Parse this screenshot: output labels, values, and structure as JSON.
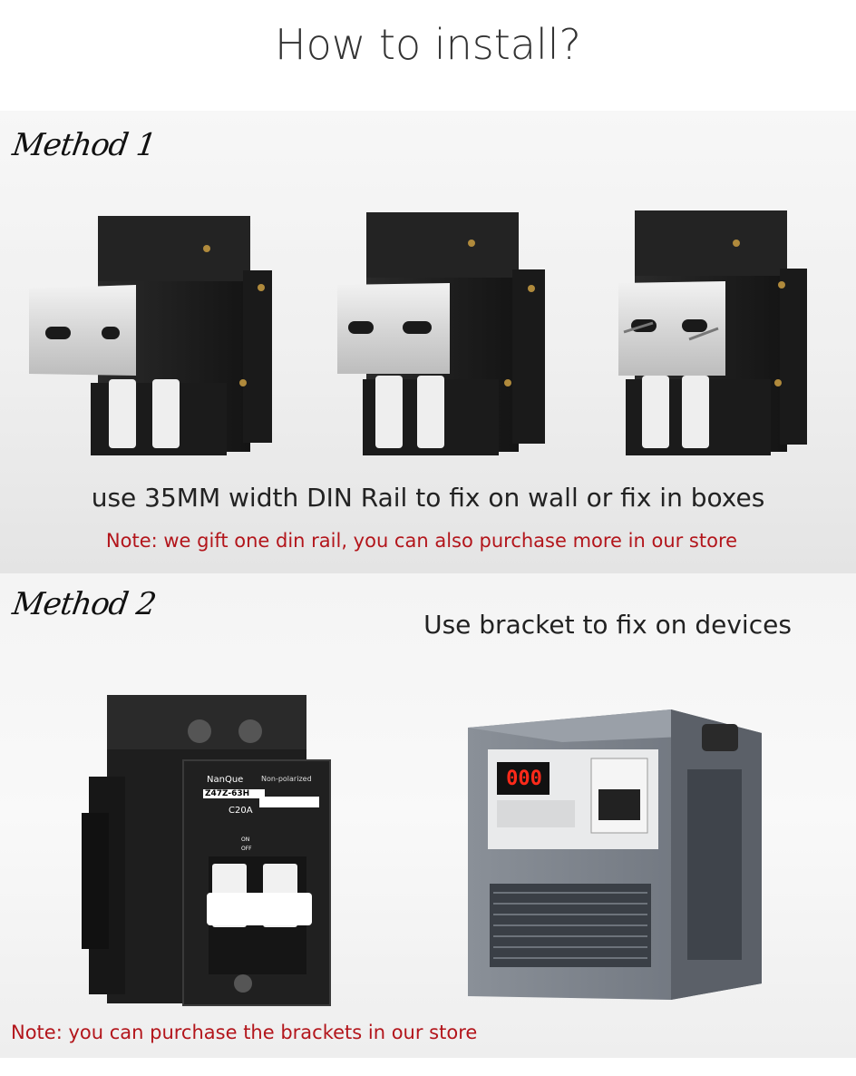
{
  "title": "How to install?",
  "method1": {
    "heading": "Method 1",
    "caption": "use 35MM width DIN Rail to fix on wall or fix in boxes",
    "note": "Note: we gift one din rail, you can also purchase more in our store"
  },
  "method2": {
    "heading": "Method 2",
    "caption": "Use bracket to fix on devices",
    "note": "Note: you can purchase the brackets in our store",
    "breaker_label": {
      "brand": "NanQue",
      "model": "Z47Z-63H",
      "polarity": "Non-polarized",
      "rating": "C20A",
      "on": "ON",
      "off": "OFF"
    },
    "device_display": "000"
  },
  "colors": {
    "note_red": "#b3151b",
    "breaker_body": "#1c1c1c",
    "cabinet": "#7d838b"
  }
}
